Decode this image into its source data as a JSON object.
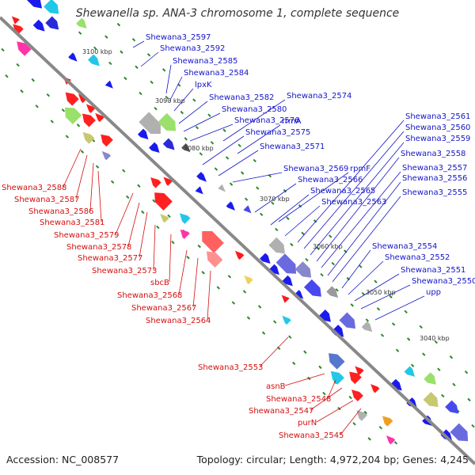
{
  "title": "Shewanella sp. ANA-3 chromosome 1, complete sequence",
  "footer": {
    "accession": "Accession: NC_008577",
    "summary": "Topology: circular; Length: 4,972,204 bp; Genes: 4,245"
  },
  "colors": {
    "forward_label": "#1515c8",
    "reverse_label": "#d41010",
    "backbone": "#888888",
    "tick": "#2a8a2a"
  },
  "kbp_ticks": [
    "3100 kbp",
    "3090 kbp",
    "3080 kbp",
    "3070 kbp",
    "3060 kbp",
    "3050 kbp",
    "3040 kbp"
  ],
  "forward_genes": [
    "Shewana3_2597",
    "Shewana3_2592",
    "Shewana3_2585",
    "Shewana3_2584",
    "lpxK",
    "Shewana3_2582",
    "Shewana3_2580",
    "Shewana3_2574",
    "Shewana3_2576",
    "rrmA",
    "Shewana3_2575",
    "Shewana3_2571",
    "Shewana3_2569",
    "rpmF",
    "Shewana3_2566",
    "Shewana3_2565",
    "Shewana3_2563",
    "Shewana3_2561",
    "Shewana3_2560",
    "Shewana3_2559",
    "Shewana3_2558",
    "Shewana3_2557",
    "Shewana3_2556",
    "Shewana3_2555",
    "Shewana3_2554",
    "Shewana3_2552",
    "Shewana3_2551",
    "Shewana3_2550",
    "upp"
  ],
  "reverse_genes": [
    "Shewana3_2588",
    "Shewana3_2587",
    "Shewana3_2586",
    "Shewana3_2581",
    "Shewana3_2579",
    "Shewana3_2578",
    "Shewana3_2577",
    "Shewana3_2573",
    "sbcB",
    "Shewana3_2568",
    "Shewana3_2567",
    "Shewana3_2564",
    "Shewana3_2553",
    "asnB",
    "Shewana3_2548",
    "Shewana3_2547",
    "purN",
    "Shewana3_2545"
  ]
}
